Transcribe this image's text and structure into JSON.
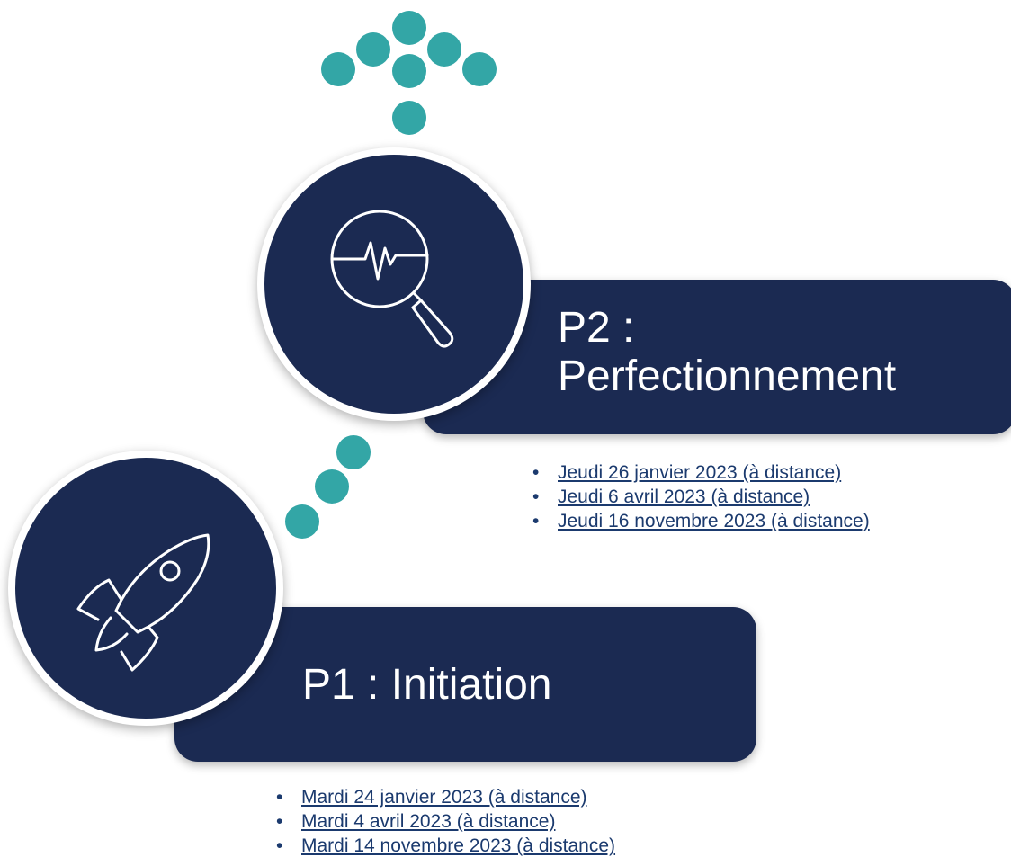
{
  "colors": {
    "navy": "#1b2a52",
    "teal": "#33a6a6",
    "link": "#1b3a6e"
  },
  "p2": {
    "title_line1": "P2 :",
    "title_line2": "Perfectionnement",
    "icon": "magnifier-pulse-icon",
    "dates": [
      "Jeudi 26 janvier 2023 (à distance)",
      "Jeudi 6 avril 2023 (à distance)",
      "Jeudi 16 novembre 2023 (à distance)"
    ]
  },
  "p1": {
    "title": "P1 : Initiation",
    "icon": "rocket-icon",
    "dates": [
      "Mardi 24 janvier 2023 (à distance)",
      "Mardi 4 avril 2023 (à distance)",
      "Mardi 14 novembre 2023 (à distance)"
    ]
  }
}
